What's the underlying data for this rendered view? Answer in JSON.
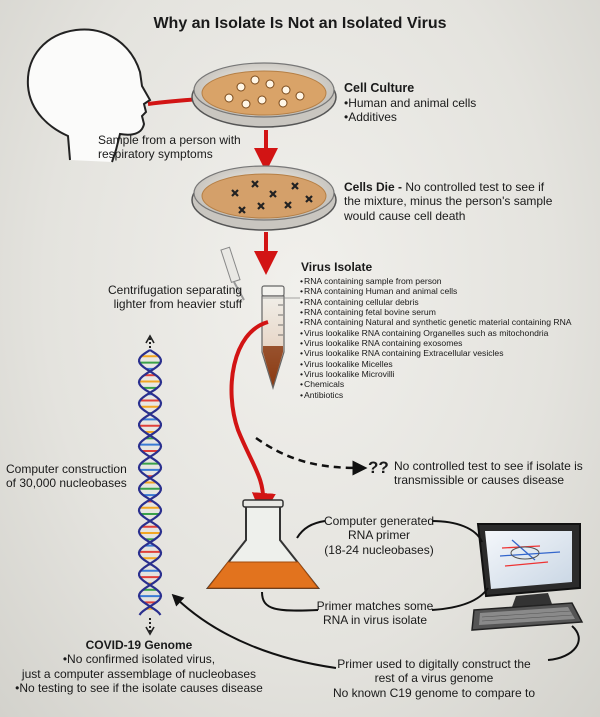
{
  "title": "Why an Isolate Is Not an Isolated Virus",
  "person_sample": {
    "line1": "Sample from a person with",
    "line2": "respiratory symptoms"
  },
  "cell_culture": {
    "heading": "Cell Culture",
    "items": [
      "•Human and animal cells",
      "•Additives"
    ]
  },
  "cells_die": {
    "heading": "Cells Die -",
    "line1": " No controlled test to see if",
    "line2": "the mixture, minus the person's sample",
    "line3": "would cause cell death"
  },
  "centrifugation": {
    "line1": "Centrifugation separating",
    "line2": "lighter from heavier stuff"
  },
  "virus_isolate": {
    "heading": "Virus Isolate",
    "items": [
      "RNA containing sample from person",
      "RNA containing Human and animal cells",
      "RNA containing cellular debris",
      "RNA containing fetal bovine serum",
      "RNA containing Natural and synthetic genetic material containing RNA",
      "Virus lookalike RNA containing Organelles such as mitochondria",
      "Virus lookalike RNA containing exosomes",
      "Virus lookalike RNA containing Extracellular vesicles",
      "Virus lookalike Micelles",
      "Virus lookalike Microvilli",
      "Chemicals",
      "Antibiotics"
    ]
  },
  "computer_construction": {
    "line1": "Computer construction",
    "line2": "of 30,000 nucleobases"
  },
  "no_control": {
    "marks": "??",
    "line1": "No controlled test to see if isolate is",
    "line2": "transmissible or causes disease"
  },
  "primer": {
    "line1": "Computer generated",
    "line2": "RNA primer",
    "line3": "(18-24  nucleobases)"
  },
  "primer_match": {
    "line1": "Primer matches some",
    "line2": "RNA in virus isolate"
  },
  "covid_genome": {
    "heading": "COVID-19 Genome",
    "line1": "•No confirmed isolated virus,",
    "line2": "just a computer assemblage of nucleobases",
    "line3": "•No testing to see if the isolate causes disease"
  },
  "primer_used": {
    "line1": "Primer used to digitally construct the",
    "line2": "rest of a virus genome",
    "line3": "No known C19 genome to compare to"
  },
  "colors": {
    "arrow_red": "#d21414",
    "culture_medium": "#d9a368",
    "flask_liquid": "#e2731e",
    "helix_strand": "#2a2f8e"
  }
}
